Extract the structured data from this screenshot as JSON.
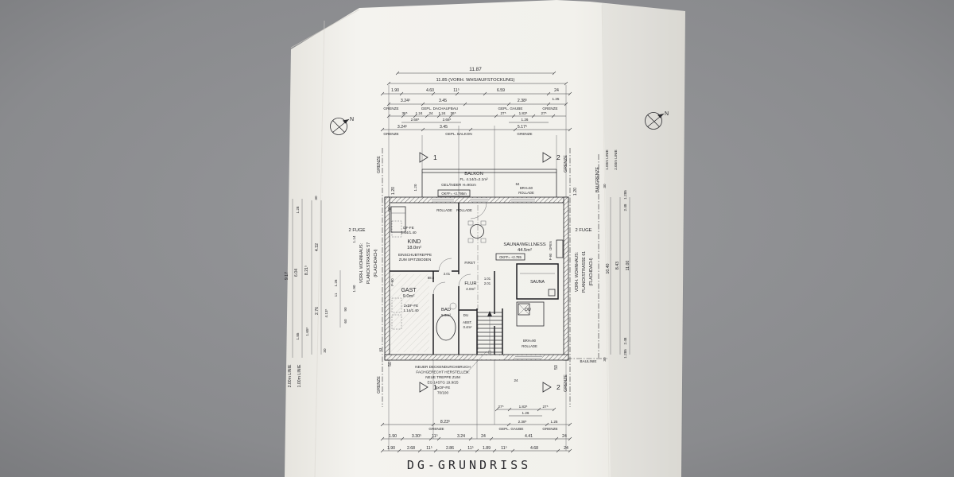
{
  "title": "DG-GRUNDRISS",
  "compass": {
    "label": "N"
  },
  "colors": {
    "background": "#8b8c8f",
    "paper": "#f3f2ee",
    "ink": "#26262a"
  },
  "top": {
    "t1187": "11.87",
    "t1185": "11.85 (VORH. WHS/AUFSTOCKUNG)",
    "r3": [
      "1.90",
      "4.60",
      "11⁵",
      "6.59",
      "24"
    ],
    "r4": [
      "3.24⁵",
      "3.45",
      "2.38⁵",
      "1.25"
    ],
    "r5": [
      "GRENZE",
      "GEPL. DACHAUFBAU",
      "GEPL. GAUBE",
      "GRENZE"
    ],
    "r6": [
      "36⁵",
      "1.24",
      "24",
      "1.24",
      "36⁵",
      "27⁵",
      "1.83⁵",
      "27⁵"
    ],
    "r7": [
      "2.68⁵",
      "2.68⁵",
      "1.26"
    ],
    "r8": [
      "3.24⁵",
      "3.45",
      "5.17⁵"
    ],
    "r9": [
      "GRENZE",
      "GEPL. BALKON",
      "GRENZE"
    ]
  },
  "left": {
    "grenze_top": "GRENZE",
    "grenze_bottom": "GRENZE",
    "d120": "1.20",
    "d50t": "50",
    "d50b": "50",
    "fuge": "2 FUGE",
    "bldg1": "VORH. WOHNHAUS:",
    "bldg2": "PLANCKSTRASSE 57",
    "bldg3": "(FLACHDACH)",
    "d30t": "30",
    "d128": "1.28",
    "d917": "9.17",
    "d604": "6.04",
    "d821": "8.21⁵",
    "d432": "4.32",
    "d276": "2.76",
    "d4135": "4.13⁵",
    "d126": "1.26",
    "d11": "11",
    "d90": "90",
    "d60": "60",
    "d190": "1.90",
    "d114": "1.14",
    "d30b": "30",
    "d1655": "1.65⁵",
    "d185": "1.85",
    "linie2": "2.00m LINIE",
    "linie1": "1.00m LINIE"
  },
  "right": {
    "grenze_top": "GRENZE",
    "grenze_bottom": "GRENZE",
    "d120": "1.20",
    "d50": "50",
    "fuge": "2 FUGE",
    "bldg1": "VORH. WOHNHAUS:",
    "bldg2": "PLANCKSTRASSE 61",
    "bldg3": "(FLACHDACH)",
    "baugrenze": "BAUGRENZE",
    "baulinie": "BAULINIE",
    "linie1": "1.00m LINIE",
    "linie2": "2.00m LINIE",
    "d30t": "30",
    "d1285t": "1.285",
    "d248t": "2.48",
    "d1040": "10.40",
    "d843": "8.43",
    "d1100": "11.00",
    "d248b": "2.48",
    "d1285b": "1.285",
    "d30b": "30"
  },
  "plan": {
    "balkon_name": "BALKON",
    "balkon_area": "FL. 4.14/2=2.1m²",
    "gelaender": "GELÄNDER H=90cm",
    "okff1": "OKFF= +2.795m",
    "okff2": "OKFF= +2.785",
    "brh50": "BRH=50",
    "rollade_tr": "ROLLADE",
    "rollade_l": "ROLLADE",
    "rollade_r": "ROLLADE",
    "rollade_b": "ROLLADE",
    "d64": "64",
    "d120l": "1.20",
    "dffe1": "DF-FE",
    "dffe1b": "1.14/1.40",
    "kind_name": "KIND",
    "kind_area": "18.0m²",
    "einschub1": "EINSCHUBTREPPE",
    "einschub2": "ZUM SPITZBODEN",
    "first": "FIRST",
    "sw_name": "SAUNA/WELLNESS",
    "sw_area": "44.5m²",
    "ofen": "OFEN",
    "f90r": "F-90",
    "f90l": "F-90",
    "d885": "88.5",
    "d201a": "2.01",
    "d101": "1.01",
    "d201b": "2.01",
    "gast_name": "GAST",
    "gast_area": "9.0m²",
    "flur_name": "FLUR",
    "flur_area": "4.0m²",
    "sauna": "SAUNA",
    "dffe2": "2xDF-FE",
    "dffe2b": "1.14/1.40",
    "bad_name": "BAD",
    "bad_area": "5.9m²",
    "du1": "DU",
    "du2": "DU",
    "abst1": "ABST.",
    "abst2": "0.4m²",
    "brh90": "BRH=90",
    "sec1": "1",
    "sec2": "2",
    "note1": "NEUER DECKENDURCHBRUCH",
    "note2": "FACHGERECHT HERSTELLEN:",
    "note3": "NEUE TREPPE ZUM",
    "note4": "EG 14STG 19.9/25",
    "note5": "5xOF-FE",
    "note6": "70/100",
    "d24": "24",
    "d63": "63"
  },
  "bottom": {
    "r1": [
      "27⁵",
      "1.83⁵",
      "27⁵"
    ],
    "d126": "1.26",
    "d8235": "8.23⁵",
    "d2385": "2.38⁵",
    "d125": "1.25",
    "r4": [
      "GRENZE",
      "GEPL. GAUBE",
      "GRENZE"
    ],
    "r5": [
      "1.90",
      "3.30⁵",
      "11⁵",
      "3.24",
      "24",
      "4.41",
      "24"
    ],
    "r6": [
      "1.90",
      "2.68",
      "11⁵",
      "2.86",
      "11⁵",
      "1.89",
      "11⁵",
      "4.68",
      "24"
    ]
  }
}
